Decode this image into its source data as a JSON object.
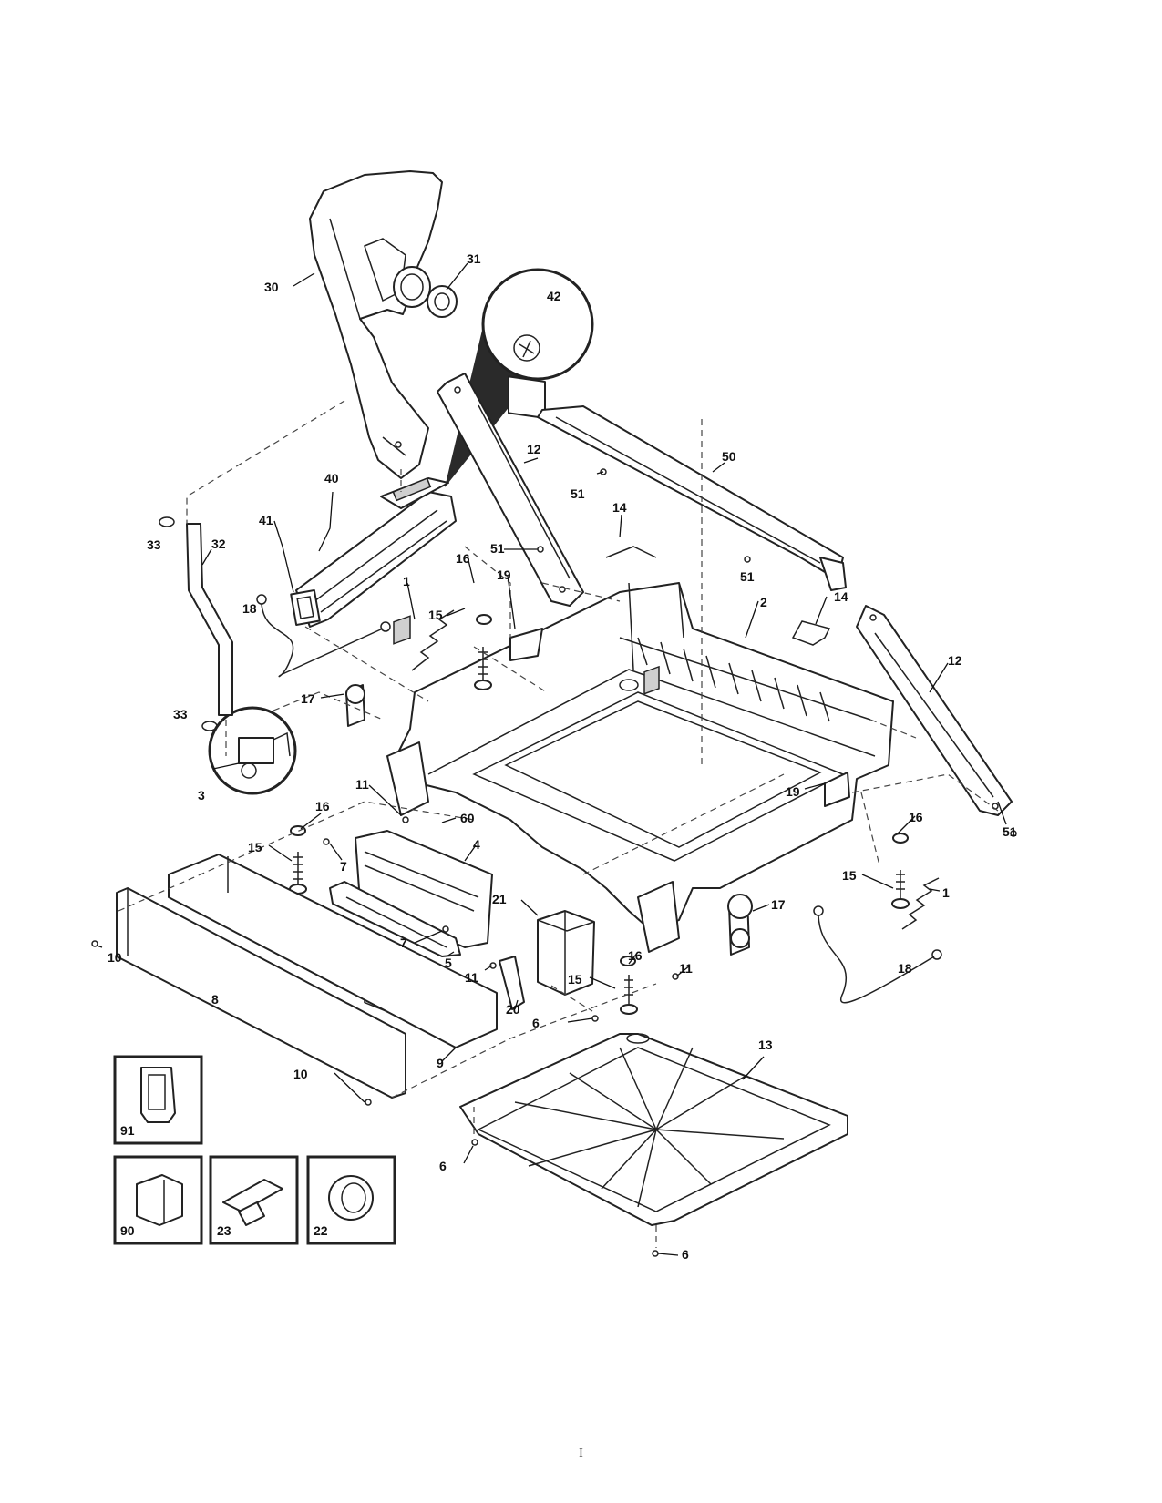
{
  "page_number": "I",
  "callouts": {
    "c1a": "1",
    "c1b": "1",
    "c2": "2",
    "c3": "3",
    "c4": "4",
    "c5": "5",
    "c6a": "6",
    "c6b": "6",
    "c6c": "6",
    "c7a": "7",
    "c7b": "7",
    "c8": "8",
    "c9": "9",
    "c10a": "10",
    "c10b": "10",
    "c11a": "11",
    "c11b": "11",
    "c11c": "11",
    "c12a": "12",
    "c12b": "12",
    "c13": "13",
    "c14a": "14",
    "c14b": "14",
    "c15a": "15",
    "c15b": "15",
    "c15c": "15",
    "c15d": "15",
    "c16a": "16",
    "c16b": "16",
    "c16c": "16",
    "c16d": "16",
    "c17a": "17",
    "c17b": "17",
    "c18a": "18",
    "c18b": "18",
    "c19a": "19",
    "c19b": "19",
    "c20": "20",
    "c21": "21",
    "c22": "22",
    "c23": "23",
    "c30": "30",
    "c31": "31",
    "c32": "32",
    "c33a": "33",
    "c33b": "33",
    "c40": "40",
    "c41": "41",
    "c42": "42",
    "c50": "50",
    "c51a": "51",
    "c51b": "51",
    "c51c": "51",
    "c51d": "51",
    "c60": "60",
    "c90": "90",
    "c91": "91"
  }
}
